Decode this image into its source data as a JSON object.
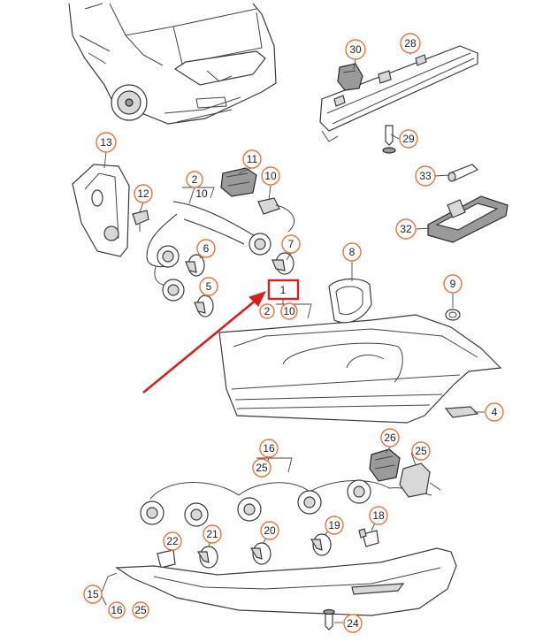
{
  "callouts": [
    {
      "id": "c1",
      "label": "1"
    },
    {
      "id": "c2a",
      "label": "2"
    },
    {
      "id": "c2b",
      "label": "2"
    },
    {
      "id": "c4",
      "label": "4"
    },
    {
      "id": "c5",
      "label": "5"
    },
    {
      "id": "c6",
      "label": "6"
    },
    {
      "id": "c7",
      "label": "7"
    },
    {
      "id": "c8",
      "label": "8"
    },
    {
      "id": "c9",
      "label": "9"
    },
    {
      "id": "c10a",
      "label": "10"
    },
    {
      "id": "c10b",
      "label": "10"
    },
    {
      "id": "c10c",
      "label": "10"
    },
    {
      "id": "c11",
      "label": "11"
    },
    {
      "id": "c12",
      "label": "12"
    },
    {
      "id": "c13",
      "label": "13"
    },
    {
      "id": "c15",
      "label": "15"
    },
    {
      "id": "c16a",
      "label": "16"
    },
    {
      "id": "c16b",
      "label": "16"
    },
    {
      "id": "c18",
      "label": "18"
    },
    {
      "id": "c19",
      "label": "19"
    },
    {
      "id": "c20",
      "label": "20"
    },
    {
      "id": "c21",
      "label": "21"
    },
    {
      "id": "c22",
      "label": "22"
    },
    {
      "id": "c24",
      "label": "24"
    },
    {
      "id": "c25a",
      "label": "25"
    },
    {
      "id": "c25b",
      "label": "25"
    },
    {
      "id": "c25c",
      "label": "25"
    },
    {
      "id": "c26",
      "label": "26"
    },
    {
      "id": "c28",
      "label": "28"
    },
    {
      "id": "c29",
      "label": "29"
    },
    {
      "id": "c30",
      "label": "30"
    },
    {
      "id": "c32",
      "label": "32"
    },
    {
      "id": "c33",
      "label": "33"
    }
  ],
  "highlight": {
    "target_label": "1",
    "color": "#d62020"
  },
  "colors": {
    "callout_ring": "#e8743a",
    "line": "#444444",
    "arrow": "#d62020"
  }
}
